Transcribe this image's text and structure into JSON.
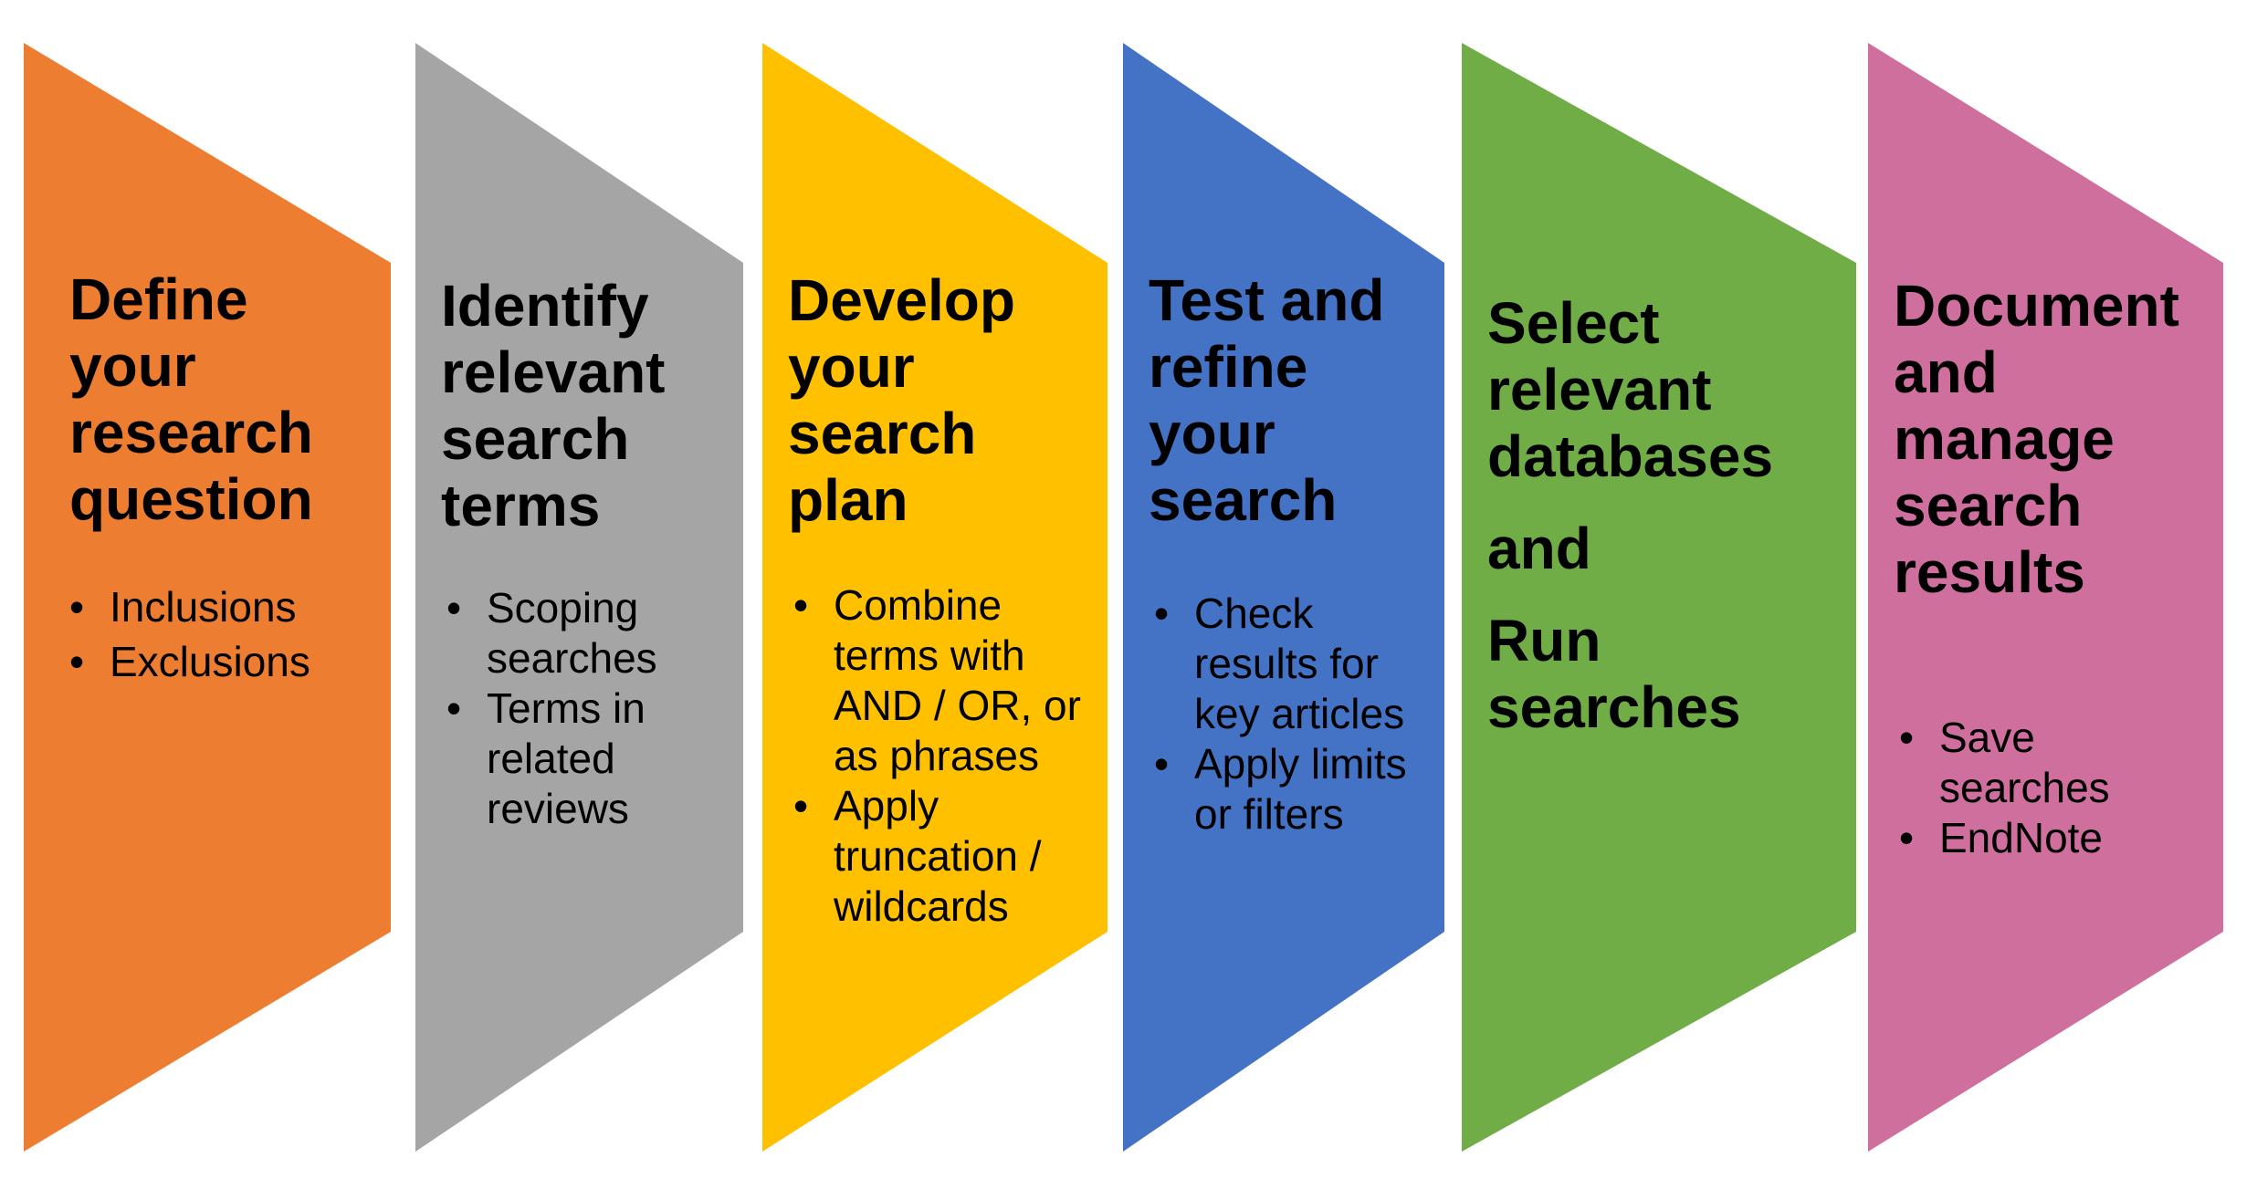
{
  "bullet_char": "•",
  "slide_background": "#FFFFFF",
  "text_color": "#000000",
  "shapes": [
    {
      "color": "#ED7D31",
      "title": "Define your research question",
      "title_lines": [
        "Define",
        "your",
        "research",
        "question"
      ],
      "bullets": [
        "Inclusions",
        "Exclusions"
      ]
    },
    {
      "color": "#A5A5A5",
      "title": "Identify relevant search terms",
      "title_lines": [
        "Identify",
        "relevant",
        "search",
        "terms"
      ],
      "bullets": [
        "Scoping searches",
        "Terms in related reviews"
      ]
    },
    {
      "color": "#FFC000",
      "title": "Develop your search plan",
      "title_lines": [
        "Develop",
        "your",
        "search",
        "plan"
      ],
      "bullets": [
        "Combine terms with AND / OR, or as phrases",
        "Apply truncation / wildcards"
      ]
    },
    {
      "color": "#4472C4",
      "title": "Test and refine your search",
      "title_lines": [
        "Test and",
        "refine",
        "your",
        "search"
      ],
      "bullets": [
        "Check results for key articles",
        "Apply limits or filters"
      ]
    },
    {
      "color": "#70AD47",
      "title": "Select relevant databases and Run searches",
      "title_lines": [
        "Select",
        "relevant",
        "databases",
        "and",
        "Run",
        "searches"
      ],
      "bullets": []
    },
    {
      "color": "#CF6F9E",
      "title": "Document and manage search results",
      "title_lines": [
        "Document",
        "and",
        "manage",
        "search",
        "results"
      ],
      "bullets": [
        "Save searches",
        "EndNote"
      ]
    }
  ]
}
